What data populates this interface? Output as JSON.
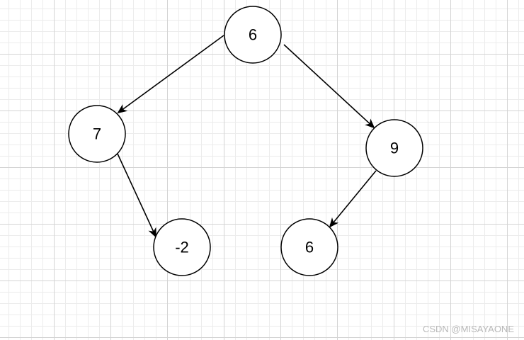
{
  "nodes": [
    {
      "id": "n1",
      "label": "6"
    },
    {
      "id": "n2",
      "label": "7"
    },
    {
      "id": "n3",
      "label": "9"
    },
    {
      "id": "n4",
      "label": "-2"
    },
    {
      "id": "n5",
      "label": "6"
    }
  ],
  "edges": [
    {
      "from": "n1",
      "to": "n2"
    },
    {
      "from": "n1",
      "to": "n3"
    },
    {
      "from": "n2",
      "to": "n4"
    },
    {
      "from": "n3",
      "to": "n5"
    }
  ],
  "watermark": "CSDN @MISAYAONE"
}
